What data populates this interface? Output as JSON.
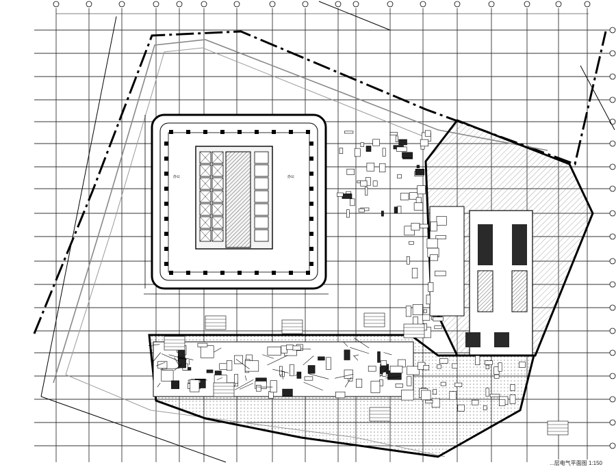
{
  "drawing": {
    "title": "...层电气平面图  1:150",
    "grid_top_labels": [
      "",
      "",
      "",
      "",
      "",
      "",
      "",
      "",
      "",
      "",
      "",
      "",
      "",
      "",
      "",
      "",
      ""
    ],
    "room_labels": [
      "办公",
      "办公"
    ],
    "colors": {
      "ink": "#111111",
      "grid": "#333333",
      "hatch": "#555555",
      "dark_block": "#2a2a2a",
      "paper": "#ffffff"
    }
  }
}
